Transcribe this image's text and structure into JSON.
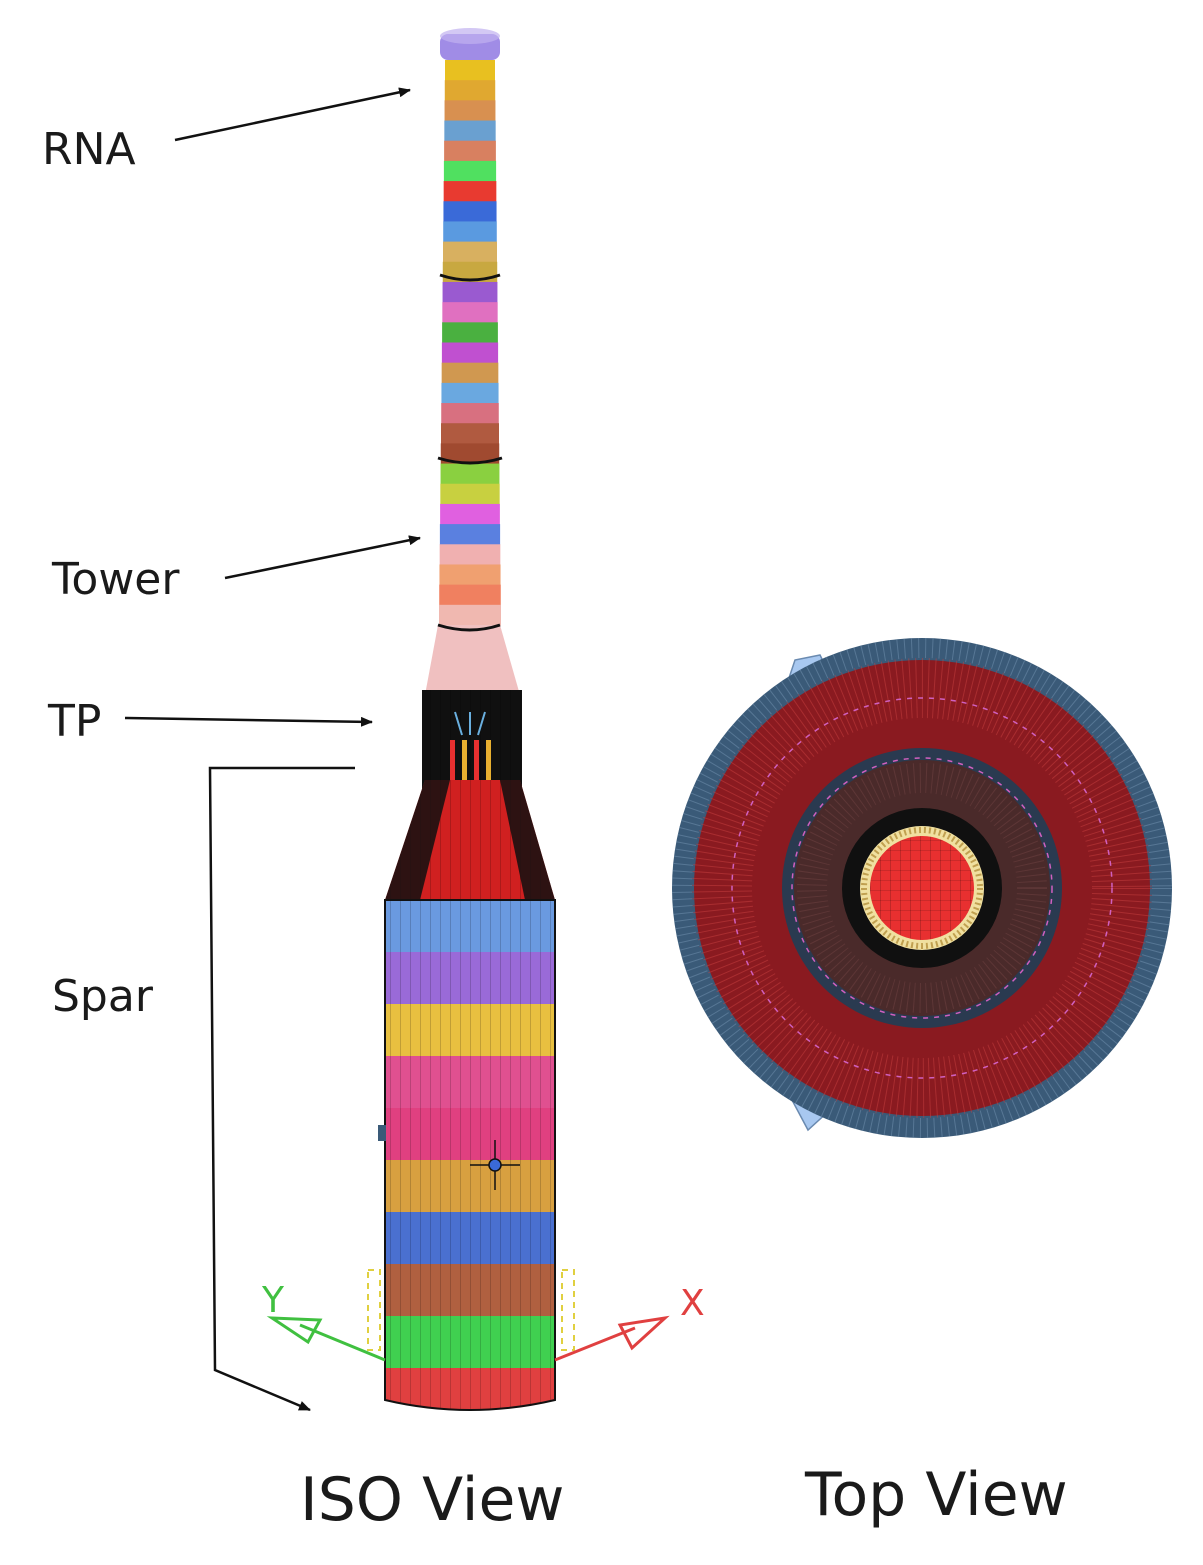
{
  "labels": {
    "rna": "RNA",
    "tower": "Tower",
    "tp": "TP",
    "spar": "Spar",
    "iso_view": "ISO View",
    "top_view": "Top View",
    "axis_x": "X",
    "axis_y": "Y"
  },
  "colors": {
    "rna_top": "#a08ce6",
    "tower_bands": [
      "#e8c020",
      "#e0a830",
      "#d89050",
      "#6aa0d0",
      "#d88060",
      "#50e060",
      "#e83a30",
      "#3a6ad8",
      "#5a9ae0",
      "#d8b060",
      "#c8a840",
      "#9a5ad0",
      "#e070c0",
      "#4ab040",
      "#c050d0",
      "#d09850",
      "#6aa8e0",
      "#d87080",
      "#b05a40",
      "#a04a30",
      "#8ad040",
      "#c8d040",
      "#e060e0",
      "#5a80e0",
      "#f0b0b0",
      "#f0a070",
      "#f08060",
      "#f0b8b0"
    ],
    "tp": "#f0c0c0",
    "transition": "#101010",
    "cone": "#d02020",
    "spar_bands": [
      "#6a9ae0",
      "#9a6ad8",
      "#e8c040",
      "#e05090",
      "#e04080",
      "#d8a040",
      "#4a70d0",
      "#b06040",
      "#40d050",
      "#e04040"
    ],
    "axis_x": "#e04040",
    "axis_y": "#40c040",
    "top_outer": "#3a5a78",
    "top_red": "#8a1a20",
    "top_dark": "#2a3a50",
    "top_brown": "#4a2a2a",
    "top_black": "#101010",
    "top_cream": "#f0e0a0",
    "top_core": "#e83030",
    "top_lug": "#a8c8f0"
  }
}
